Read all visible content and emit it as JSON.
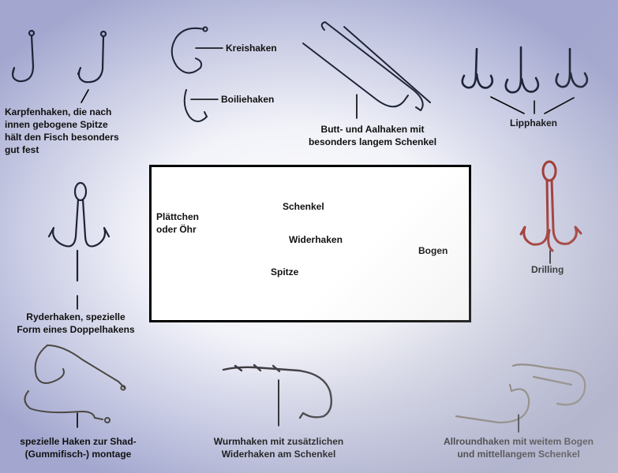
{
  "labels": {
    "karpfen": [
      "Karpfenhaken, die nach",
      "innen gebogene Spitze",
      "hält den Fisch besonders",
      "gut fest"
    ],
    "kreis": "Kreishaken",
    "boilie": "Boiliehaken",
    "butt": [
      "Butt- und Aalhaken mit",
      "besonders langem Schenkel"
    ],
    "lipp": "Lipphaken",
    "ryder": [
      "Ryderhaken, spezielle",
      "Form eines Doppelhakens"
    ],
    "drilling": "Drilling",
    "shad": [
      "spezielle Haken zur Shad-",
      "(Gummifisch-) montage"
    ],
    "wurm": [
      "Wurmhaken mit zusätzlichen",
      "Widerhaken am Schenkel"
    ],
    "allround": [
      "Allroundhaken mit weitem Bogen",
      "und mittellangem Schenkel"
    ]
  },
  "anatomy": {
    "schenkel": "Schenkel",
    "plaettchen": [
      "Plättchen",
      "oder Öhr"
    ],
    "widerhaken": "Widerhaken",
    "bogen": "Bogen",
    "spitze": "Spitze"
  },
  "colors": {
    "hook_dark": "#1e2436",
    "hook_red": "#9e2a24",
    "hook_silver": "#7d756b"
  }
}
